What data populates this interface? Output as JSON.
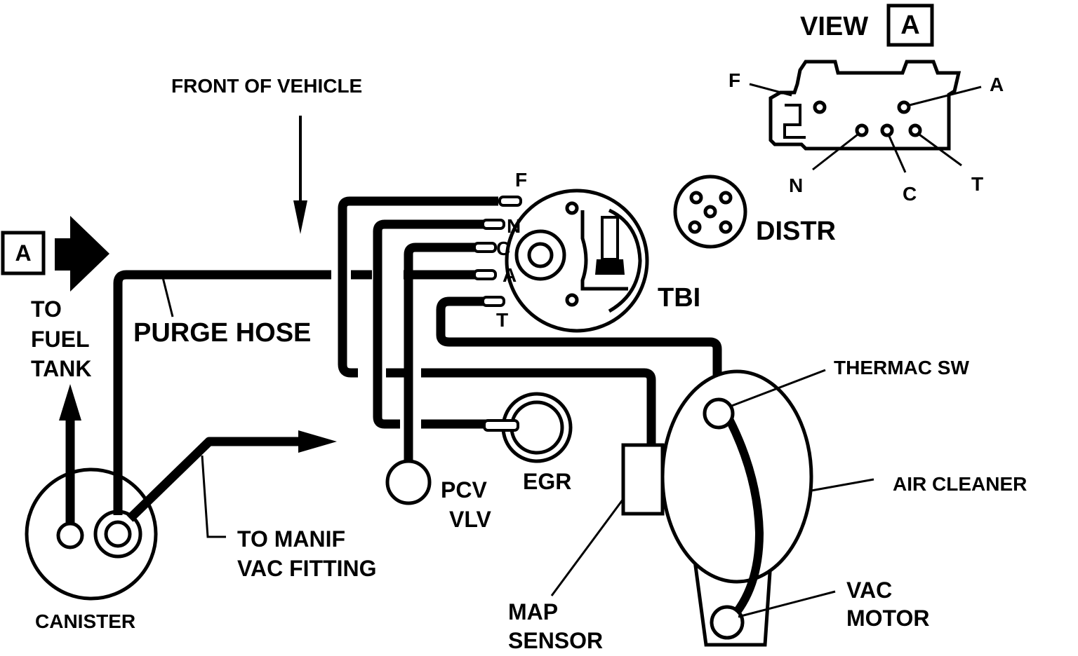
{
  "labels": {
    "front_of_vehicle": "FRONT OF VEHICLE",
    "view_word": "VIEW",
    "view_letter": "A",
    "callout_letter": "A",
    "to_fuel_tank_1": "TO",
    "to_fuel_tank_2": "FUEL",
    "to_fuel_tank_3": "TANK",
    "purge_hose": "PURGE HOSE",
    "to_manif_1": "TO MANIF",
    "to_manif_2": "VAC FITTING",
    "canister": "CANISTER",
    "pcv_1": "PCV",
    "pcv_2": "VLV",
    "egr": "EGR",
    "map_1": "MAP",
    "map_2": "SENSOR",
    "tbi": "TBI",
    "distr": "DISTR",
    "thermac_sw": "THERMAC SW",
    "air_cleaner": "AIR CLEANER",
    "vac_motor_1": "VAC",
    "vac_motor_2": "MOTOR"
  },
  "ports": {
    "f": "F",
    "n": "N",
    "c": "C",
    "a": "A",
    "t": "T"
  },
  "view_ports": {
    "f": "F",
    "a": "A",
    "n": "N",
    "c": "C",
    "t": "T"
  },
  "colors": {
    "ink": "#000000",
    "paper": "#ffffff"
  }
}
